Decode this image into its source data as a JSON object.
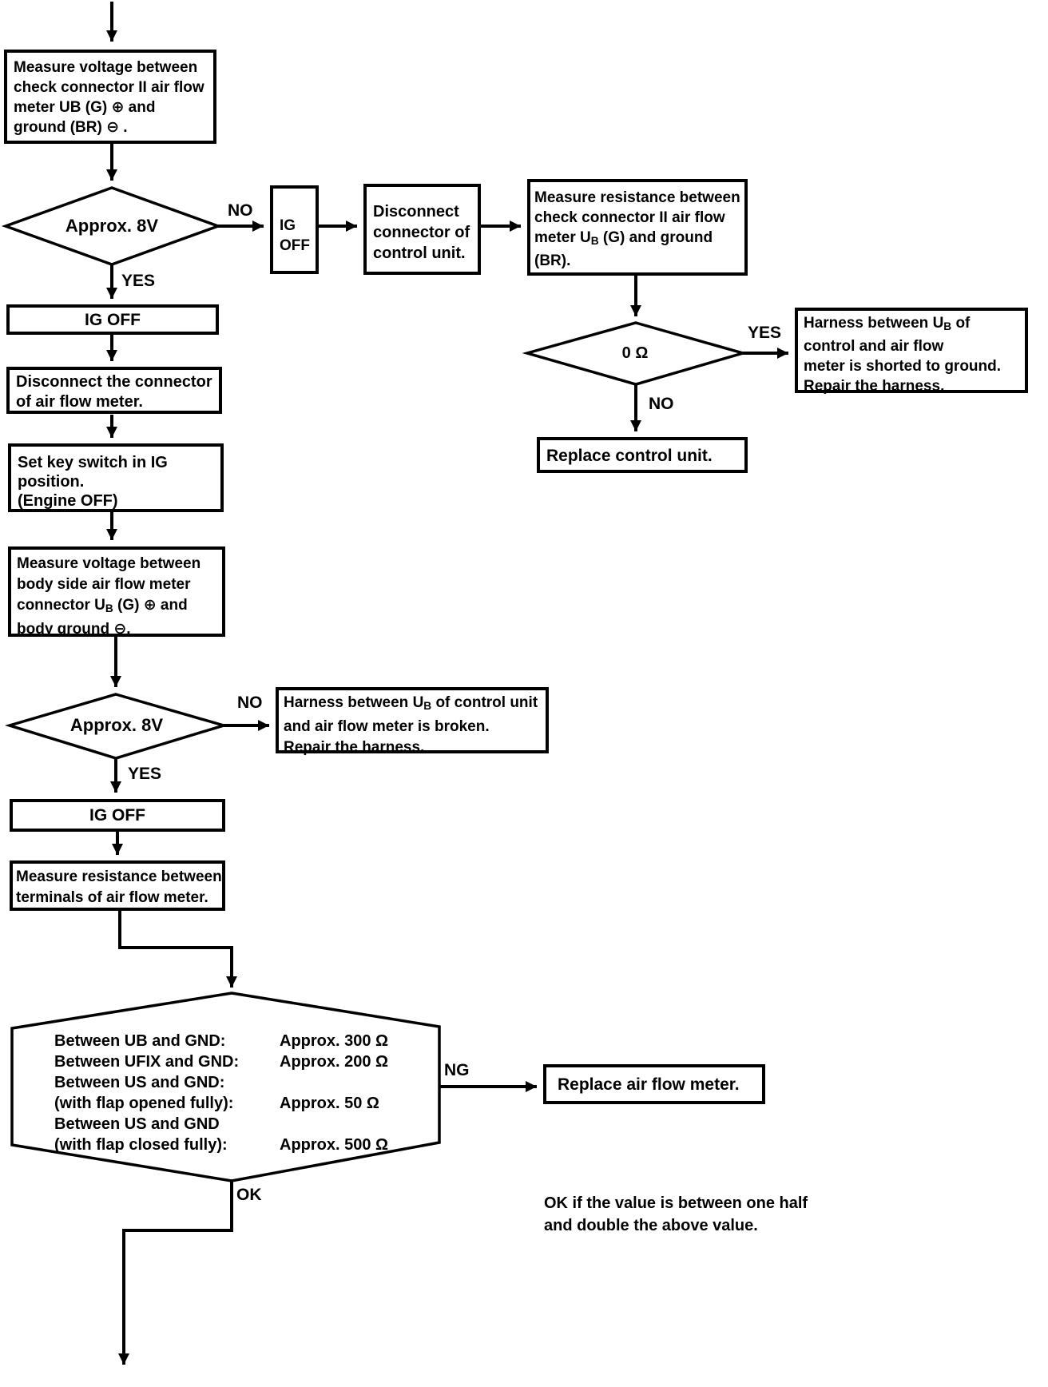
{
  "nodes": {
    "measure_voltage_cc": {
      "l1": "Measure voltage between",
      "l2": "check connector II air flow",
      "l3": "meter UB (G) ⊕ and",
      "l4": "ground (BR) ⊖ ."
    },
    "d1": {
      "text": "Approx. 8V"
    },
    "ig_off_small": {
      "l1": "IG",
      "l2": "OFF"
    },
    "disconnect_cu": {
      "l1": "Disconnect",
      "l2": "connector of",
      "l3": "control unit."
    },
    "measure_res_cc": {
      "l1": "Measure resistance between",
      "l2": "check connector II air flow",
      "l3a": "meter U",
      "l3sub": "B",
      "l3b": " (G) and ground",
      "l4": "(BR)."
    },
    "d2": {
      "text": "0 Ω"
    },
    "harness_shorted": {
      "l1a": "Harness between U",
      "l1sub": "B",
      "l1b": " of",
      "l2": "control and air flow",
      "l3": "meter is shorted to ground.",
      "l4": "Repair the harness."
    },
    "replace_cu": {
      "l1": "Replace control unit."
    },
    "ig_off_1": {
      "l1": "IG OFF"
    },
    "disconnect_afm": {
      "l1": "Disconnect the connector",
      "l2": "of air flow meter."
    },
    "set_key": {
      "l1": "Set key switch in IG",
      "l2": "position.",
      "l3": "(Engine OFF)"
    },
    "measure_body": {
      "l1": "Measure voltage between",
      "l2": "body side air flow meter",
      "l3a": "connector U",
      "l3sub": "B",
      "l3b": " (G) ⊕ and",
      "l4": "body ground ⊖."
    },
    "d3": {
      "text": "Approx. 8V"
    },
    "harness_broken": {
      "l1a": "Harness between U",
      "l1sub": "B",
      "l1b": " of control unit",
      "l2": "and air flow meter is broken.",
      "l3": "Repair the harness."
    },
    "ig_off_2": {
      "l1": "IG OFF"
    },
    "measure_terminals": {
      "l1": "Measure resistance between",
      "l2": "terminals of air flow meter."
    },
    "hexagon": {
      "rows": [
        {
          "label": "Between UB and GND:",
          "value": "Approx. 300 Ω"
        },
        {
          "label": "Between UFIX and GND:",
          "value": "Approx. 200 Ω"
        },
        {
          "label": "Between US and GND:",
          "value": ""
        },
        {
          "label": "(with flap opened fully):",
          "value": "Approx.  50 Ω"
        },
        {
          "label": "Between US and GND",
          "value": ""
        },
        {
          "label": "(with flap closed fully):",
          "value": "Approx. 500 Ω"
        }
      ]
    },
    "replace_afm": {
      "l1": "Replace air flow meter."
    }
  },
  "labels": {
    "d1_no": "NO",
    "d1_yes": "YES",
    "d2_yes": "YES",
    "d2_no": "NO",
    "d3_no": "NO",
    "d3_yes": "YES",
    "ng": "NG",
    "ok": "OK"
  },
  "note": {
    "l1": "OK if the value is between one half",
    "l2": "and double the above value."
  },
  "colors": {
    "line": "#000000",
    "background": "#ffffff"
  }
}
